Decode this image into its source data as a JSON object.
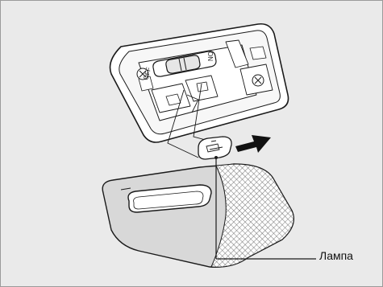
{
  "figure": {
    "callout_label": "Лампа",
    "switch_markings": {
      "off": "OFF",
      "on": "ON"
    }
  },
  "colors": {
    "background": "#eaeaea",
    "line": "#1a1a1a",
    "housing_fill": "#ffffff",
    "lens_fill": "#d6d6d6",
    "arrow": "#111111"
  }
}
